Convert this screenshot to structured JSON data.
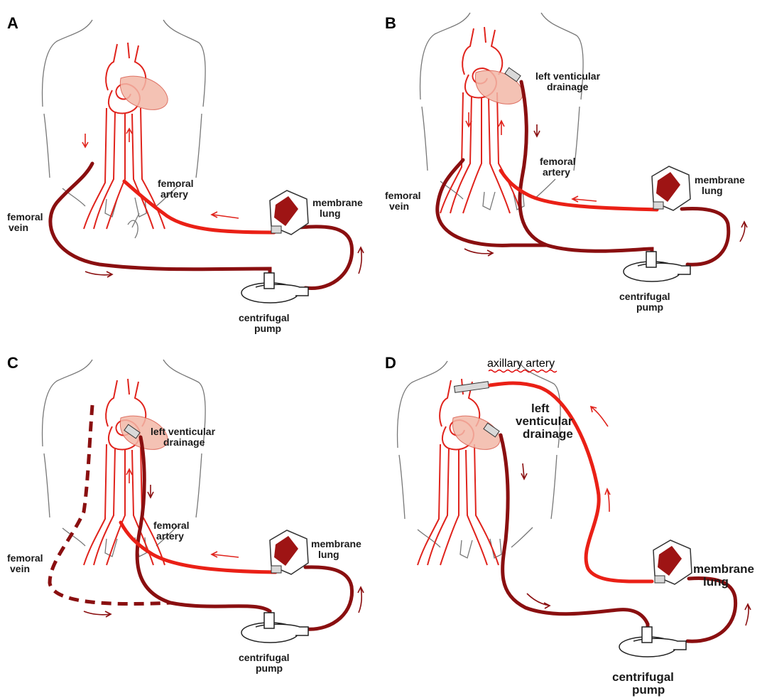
{
  "panels": {
    "A": {
      "letter": "A",
      "femoral_artery": [
        "femoral",
        "artery"
      ],
      "femoral_vein": [
        "femoral",
        "vein"
      ],
      "membrane_lung": [
        "membrane",
        "lung"
      ],
      "centrifugal_pump": [
        "centrifugal",
        "pump"
      ]
    },
    "B": {
      "letter": "B",
      "lv_drainage": [
        "left venticular",
        "drainage"
      ],
      "femoral_artery": [
        "femoral",
        "artery"
      ],
      "femoral_vein": [
        "femoral",
        "vein"
      ],
      "membrane_lung": [
        "membrane",
        "lung"
      ],
      "centrifugal_pump": [
        "centrifugal",
        "pump"
      ]
    },
    "C": {
      "letter": "C",
      "lv_drainage": [
        "left venticular",
        "drainage"
      ],
      "femoral_artery": [
        "femoral",
        "artery"
      ],
      "femoral_vein": [
        "femoral",
        "vein"
      ],
      "membrane_lung": [
        "membrane",
        "lung"
      ],
      "centrifugal_pump": [
        "centrifugal",
        "pump"
      ]
    },
    "D": {
      "letter": "D",
      "axillary_artery": "axillary artery",
      "lv_drainage": [
        "left",
        "venticular",
        "drainage"
      ],
      "membrane_lung": [
        "membrane",
        "lung"
      ],
      "centrifugal_pump": [
        "centrifugal",
        "pump"
      ]
    }
  },
  "colors": {
    "arterial": "#ea2016",
    "venous": "#8a0f10",
    "heart": "#f3b8a8",
    "annotation_underline": "#e00000"
  }
}
